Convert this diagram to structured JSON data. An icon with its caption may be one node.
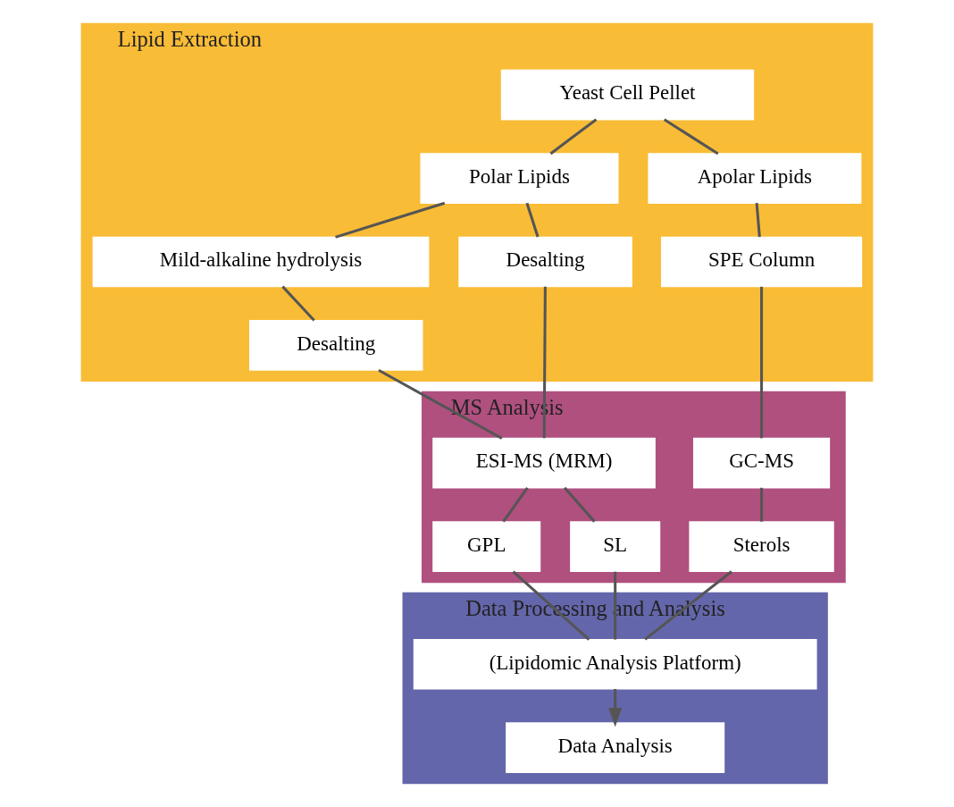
{
  "diagram": {
    "nodes": [
      {
        "text": [
          "Lipid Extraction"
        ]
      },
      {
        "text": [
          "Yeast Cell Pellet"
        ],
        "in": 0
      },
      {
        "text": [
          "Polar Lipids"
        ],
        "in": 0
      },
      {
        "text": [
          "Apolar Lipids"
        ],
        "in": 0
      },
      {
        "text": [
          "Mild-alkaline hydrolysis"
        ],
        "in": 0
      },
      {
        "text": [
          "Desalting"
        ],
        "in": 0
      },
      {
        "text": [
          "Desalting"
        ],
        "in": 0
      },
      {
        "text": [
          "SPE Column"
        ],
        "in": 0
      },
      {
        "text": [
          "MS Analysis"
        ]
      },
      {
        "text": [
          "ESI-MS (MRM)"
        ],
        "in": 8
      },
      {
        "text": [
          "GC-MS"
        ],
        "in": 8
      },
      {
        "text": [
          "GPL"
        ],
        "in": 8
      },
      {
        "text": [
          "SL"
        ],
        "in": 8
      },
      {
        "text": [
          "Sterols"
        ],
        "in": 8
      },
      {
        "text": [
          "Data Processing and Analysis"
        ]
      },
      {
        "text": [
          "(Lipidomic Analysis Platform)"
        ],
        "in": 14
      },
      {
        "text": [
          "Data Analysis"
        ],
        "in": 14
      }
    ],
    "edges": [
      {
        "from": 1,
        "to": 2,
        "arrow": "none"
      },
      {
        "from": 1,
        "to": 3,
        "arrow": "none"
      },
      {
        "from": 2,
        "to": 5,
        "arrow": "none"
      },
      {
        "from": 2,
        "to": 4,
        "arrow": "none"
      },
      {
        "from": 4,
        "to": 6,
        "arrow": "none"
      },
      {
        "from": 3,
        "to": 7,
        "arrow": "none"
      },
      {
        "from": 5,
        "to": 9,
        "arrow": "none"
      },
      {
        "from": 6,
        "to": 9,
        "arrow": "none"
      },
      {
        "from": 7,
        "to": 10,
        "arrow": "none"
      },
      {
        "from": 9,
        "to": 11,
        "arrow": "none"
      },
      {
        "from": 9,
        "to": 12,
        "arrow": "none"
      },
      {
        "from": 10,
        "to": 13,
        "arrow": "none"
      },
      {
        "from": 11,
        "to": 15,
        "arrow": "none"
      },
      {
        "from": 12,
        "to": 15,
        "arrow": "none"
      },
      {
        "from": 13,
        "to": 15,
        "arrow": "none"
      },
      {
        "from": 15,
        "to": 16,
        "arrow": "to"
      }
    ]
  }
}
